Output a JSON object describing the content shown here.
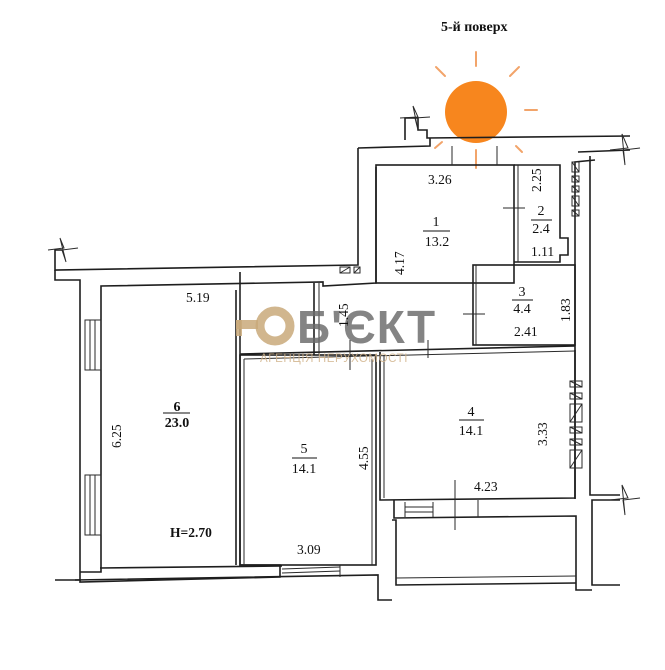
{
  "header": {
    "floor_label": "5-й поверх"
  },
  "ceiling_height": "H=2.70",
  "watermark": {
    "brand": "ОБ'ЄКТ",
    "brand_letters": "Б'ЄКТ",
    "subtitle": "АГЕНЦІЯ НЕРУХОМОСТІ",
    "gold_color": "#c9a97a",
    "gray_color": "#6a6a6a"
  },
  "sun": {
    "color": "#f7861e",
    "ray_color": "#f2a46a"
  },
  "rooms": [
    {
      "number": "1",
      "area": "13.2"
    },
    {
      "number": "2",
      "area": "2.4"
    },
    {
      "number": "3",
      "area": "4.4"
    },
    {
      "number": "4",
      "area": "14.1"
    },
    {
      "number": "5",
      "area": "14.1"
    },
    {
      "number": "6",
      "area": "23.0"
    }
  ],
  "dimensions": {
    "room1_width": "3.26",
    "room1_height": "4.17",
    "room2_height": "2.25",
    "room2_width": "1.11",
    "room3_width": "2.41",
    "room3_height": "1.83",
    "corridor_height": "1.45",
    "room4_height": "3.33",
    "room4_width": "4.23",
    "room5_height": "4.55",
    "room5_width": "3.09",
    "room6_width": "5.19",
    "room6_height": "6.25"
  }
}
